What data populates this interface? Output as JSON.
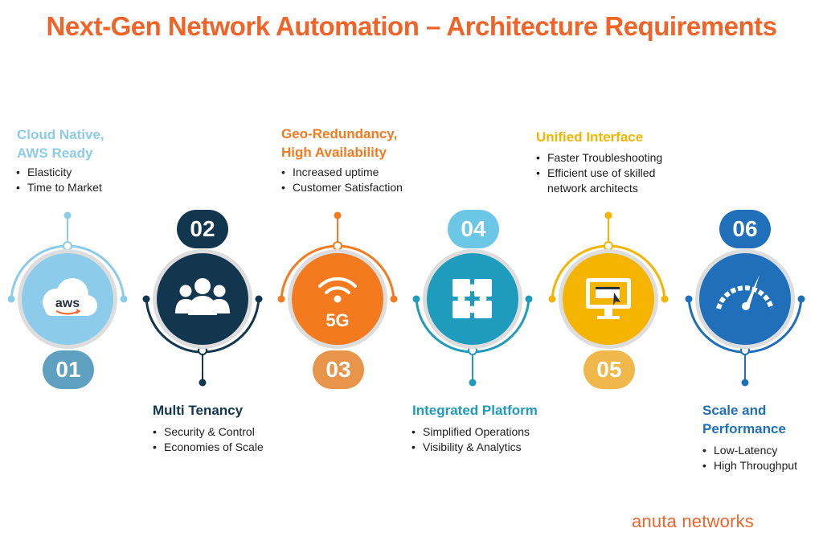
{
  "title": "Next-Gen Network Automation – Architecture Requirements",
  "colors": {
    "title": "#f0642a",
    "stage1": "#8ccbe9",
    "stage1_dark": "#5f9fc0",
    "stage2": "#13364f",
    "stage3": "#f47a20",
    "stage3_light": "#e8944a",
    "stage4": "#1f9bbd",
    "stage4_light": "#6cc7e6",
    "stage5": "#f5b400",
    "stage5_light": "#f0b84a",
    "stage6": "#1f6fba"
  },
  "stages": [
    {
      "number": "01",
      "icon": "aws-cloud-icon",
      "icon_text": "aws",
      "heading": [
        "Cloud Native,",
        "AWS Ready"
      ],
      "bullets": [
        "Elasticity",
        "Time to Market"
      ]
    },
    {
      "number": "02",
      "icon": "users-icon",
      "heading": [
        "Multi Tenancy"
      ],
      "bullets": [
        "Security & Control",
        "Economies of Scale"
      ]
    },
    {
      "number": "03",
      "icon": "5g-signal-icon",
      "icon_text": "5G",
      "heading": [
        "Geo-Redundancy,",
        "High Availability"
      ],
      "bullets": [
        "Increased uptime",
        "Customer Satisfaction"
      ]
    },
    {
      "number": "04",
      "icon": "puzzle-icon",
      "heading": [
        "Integrated Platform"
      ],
      "bullets": [
        "Simplified Operations",
        "Visibility & Analytics"
      ]
    },
    {
      "number": "05",
      "icon": "monitor-icon",
      "heading": [
        "Unified Interface"
      ],
      "bullets": [
        "Faster Troubleshooting",
        "Efficient use of skilled network architects"
      ]
    },
    {
      "number": "06",
      "icon": "speedometer-icon",
      "heading": [
        "Scale and",
        "Performance"
      ],
      "bullets": [
        "Low-Latency",
        "High Throughput"
      ]
    }
  ],
  "logo": {
    "text": "anuta networks"
  }
}
